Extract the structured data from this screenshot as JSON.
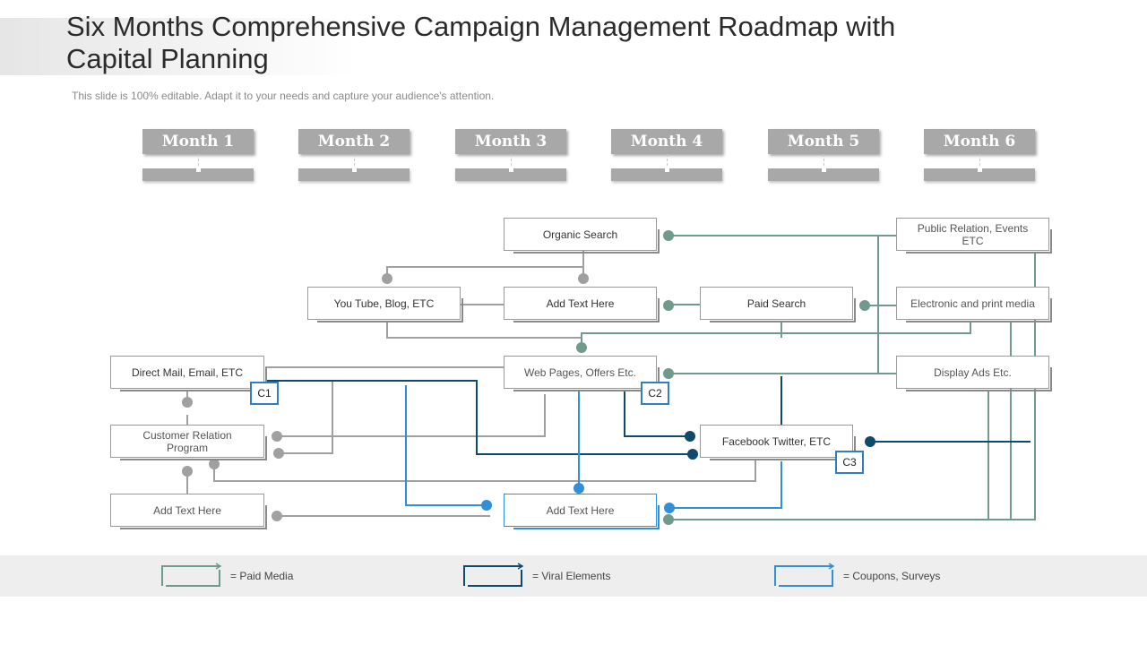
{
  "title": "Six Months Comprehensive Campaign Management Roadmap with Capital Planning",
  "subtitle": "This slide is 100% editable. Adapt it to your needs and capture your audience's attention.",
  "months": [
    "Month 1",
    "Month 2",
    "Month 3",
    "Month 4",
    "Month 5",
    "Month 6"
  ],
  "nodes": {
    "organic_search": "Organic Search",
    "public_relation": "Public Relation, Events ETC",
    "youtube": "You Tube, Blog, ETC",
    "add_text_mid": "Add Text Here",
    "paid_search": "Paid Search",
    "electronic_print": "Electronic and print media",
    "direct_mail": "Direct Mail, Email, ETC",
    "web_pages": "Web Pages, Offers Etc.",
    "display_ads": "Display Ads Etc.",
    "customer_relation": "Customer Relation Program",
    "facebook": "Facebook Twitter, ETC",
    "add_text_left": "Add Text Here",
    "add_text_bottom": "Add Text Here"
  },
  "connectors": {
    "c1": "C1",
    "c2": "C2",
    "c3": "C3"
  },
  "legend": [
    {
      "label": "= Paid Media",
      "color": "#6f9a8d"
    },
    {
      "label": "= Viral Elements",
      "color": "#0f4a6b"
    },
    {
      "label": "= Coupons, Surveys",
      "color": "#2f8fd8"
    }
  ]
}
